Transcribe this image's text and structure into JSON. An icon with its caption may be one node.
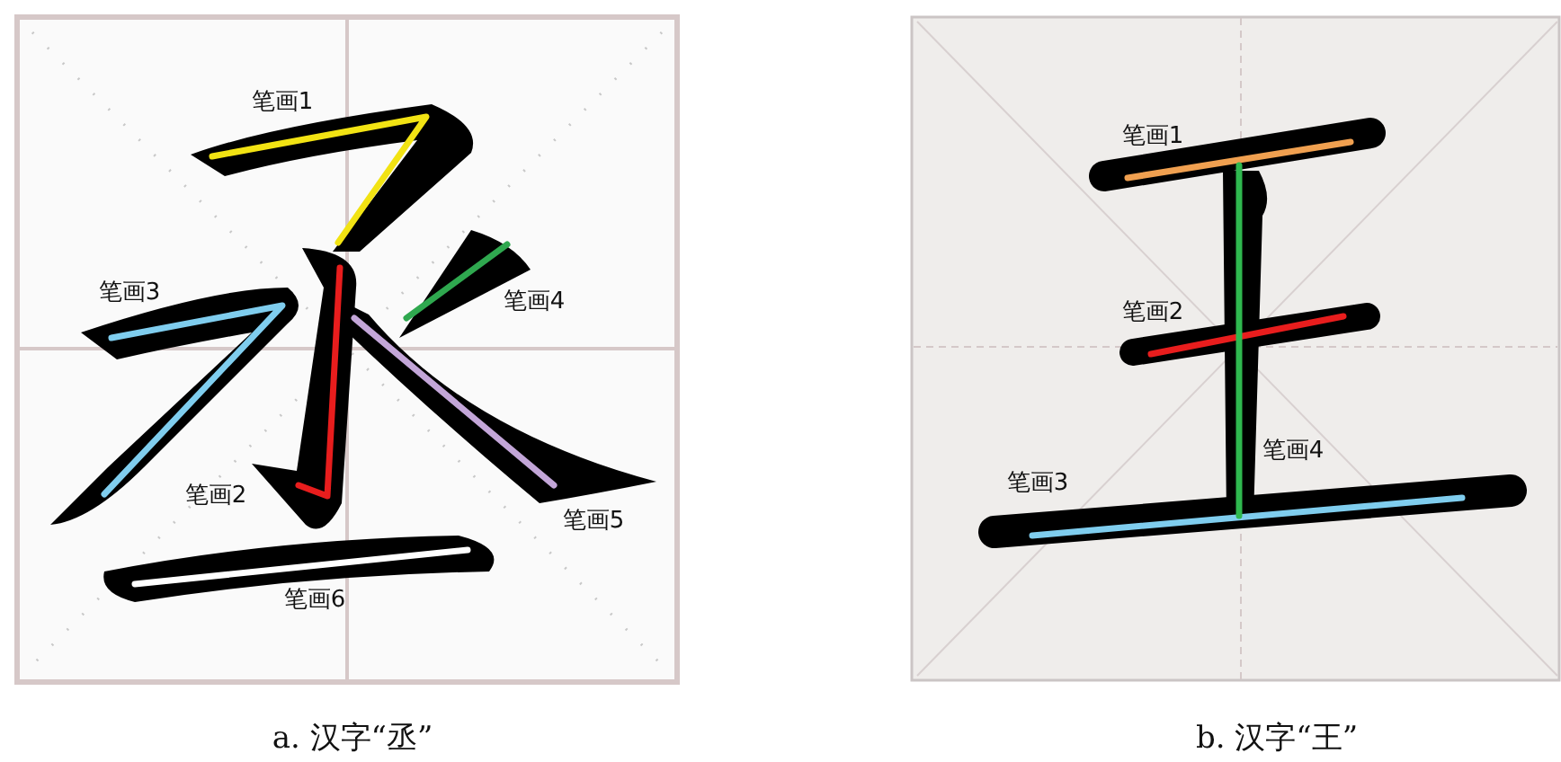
{
  "diagram": {
    "labels": [
      "笔画1",
      "笔画3",
      "笔画4",
      "笔画2",
      "笔画5",
      "笔画6",
      "a. 汉字“丞”",
      "笔画1",
      "笔画2",
      "笔画4",
      "笔画3",
      "b. 汉字“王”"
    ]
  }
}
